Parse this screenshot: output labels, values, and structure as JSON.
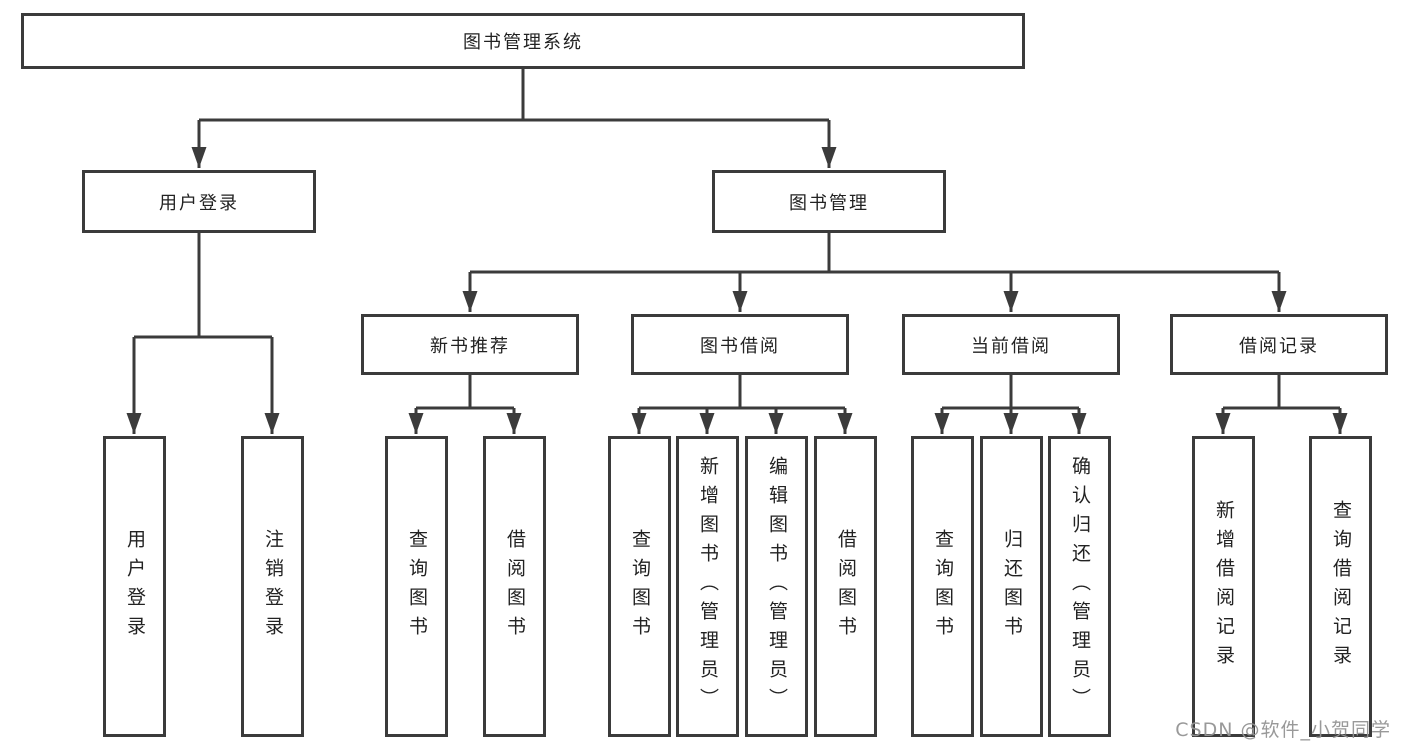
{
  "diagram": {
    "root": {
      "label": "图书管理系统"
    },
    "level2": [
      {
        "label": "用户登录"
      },
      {
        "label": "图书管理"
      }
    ],
    "level3": [
      {
        "label": "新书推荐"
      },
      {
        "label": "图书借阅"
      },
      {
        "label": "当前借阅"
      },
      {
        "label": "借阅记录"
      }
    ],
    "leaves": {
      "user_login": [
        "用户登录",
        "注销登录"
      ],
      "new_book": [
        "查询图书",
        "借阅图书"
      ],
      "book_borrow": [
        "查询图书",
        "新增图书（管理员）",
        "编辑图书（管理员）",
        "借阅图书"
      ],
      "current_borrow": [
        "查询图书",
        "归还图书",
        "确认归还（管理员）"
      ],
      "borrow_record": [
        "新增借阅记录",
        "查询借阅记录"
      ]
    }
  },
  "watermark": {
    "text": "CSDN @软件_小贺同学"
  },
  "colors": {
    "line": "#3b3b3b",
    "box_border": "#3b3b3b",
    "text": "#222222",
    "background": "#ffffff",
    "watermark": "#949494"
  }
}
